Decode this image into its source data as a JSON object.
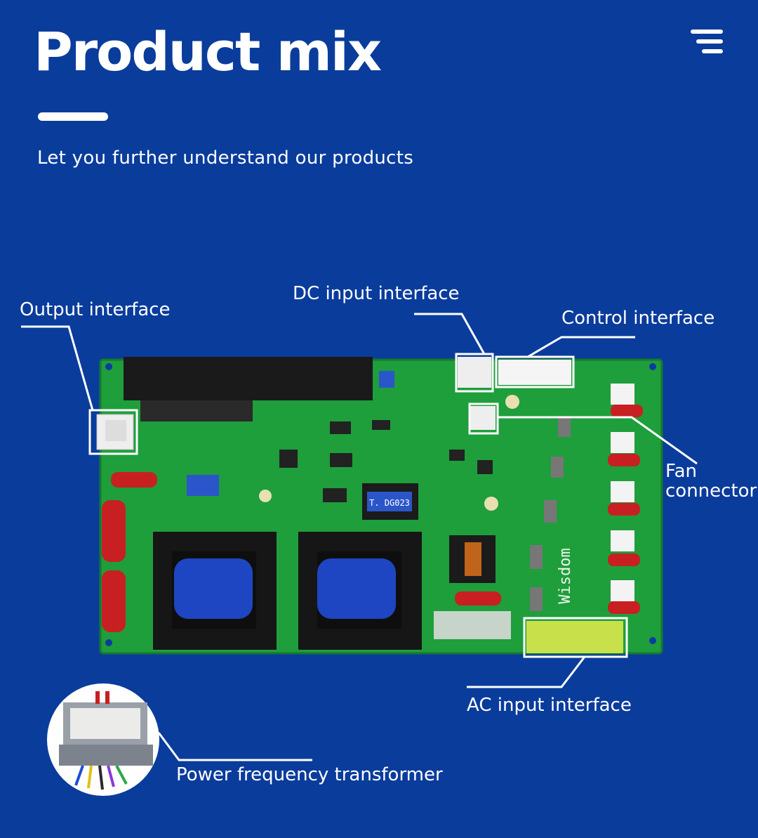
{
  "header": {
    "title": "Product mix",
    "subtitle": "Let you further understand our products"
  },
  "menu": {
    "icon": "menu-icon"
  },
  "board": {
    "brand_text": "Wisdom",
    "transformer_label": "T. DG023"
  },
  "callouts": {
    "output_interface": "Output interface",
    "dc_input_interface": "DC input interface",
    "control_interface": "Control interface",
    "fan_connector_line1": "Fan",
    "fan_connector_line2": "connector",
    "ac_input_interface": "AC input interface",
    "power_frequency_transformer": "Power frequency transformer"
  },
  "colors": {
    "background": "#0a3c9c",
    "pcb": "#1f9e3c",
    "text": "#ffffff"
  }
}
